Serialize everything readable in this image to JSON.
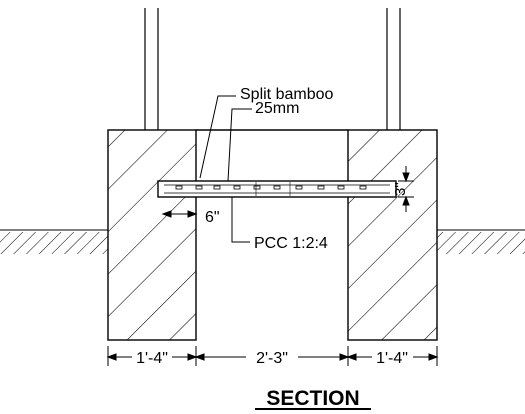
{
  "annotations": {
    "material": "Split bamboo",
    "size": "25mm",
    "mix": "PCC 1:2:4",
    "overlap": "6\"",
    "thickness": "3\""
  },
  "dimensions": {
    "left_wall": "1'-4\"",
    "opening": "2'-3\"",
    "right_wall": "1'-4\""
  },
  "title": "SECTION"
}
